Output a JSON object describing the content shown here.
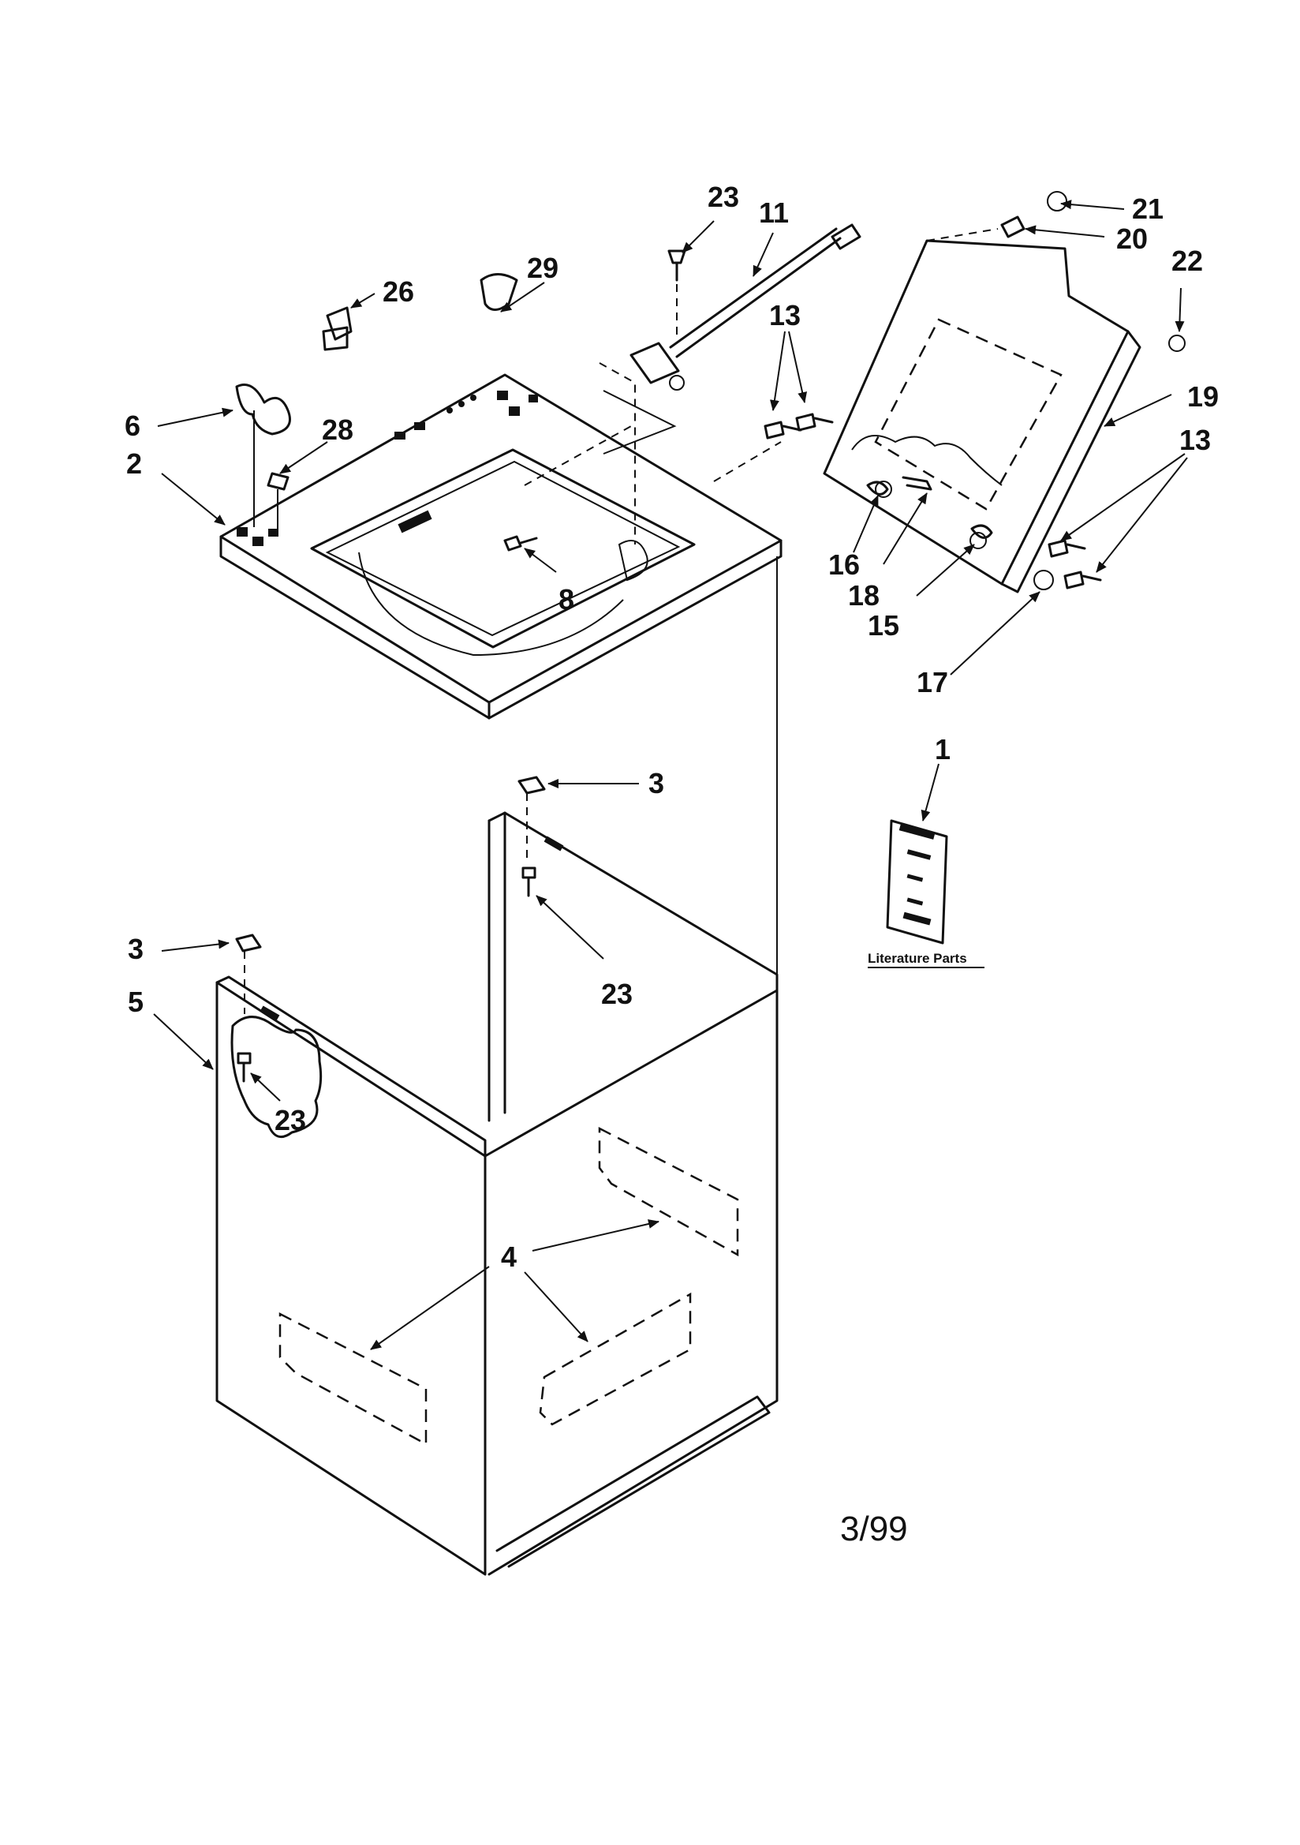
{
  "labels": {
    "l1": "1",
    "l2": "2",
    "l3a": "3",
    "l3b": "3",
    "l4": "4",
    "l5": "5",
    "l6": "6",
    "l8": "8",
    "l11": "11",
    "l13a": "13",
    "l13b": "13",
    "l15": "15",
    "l16": "16",
    "l17": "17",
    "l18": "18",
    "l19": "19",
    "l20": "20",
    "l21": "21",
    "l22": "22",
    "l23a": "23",
    "l23b": "23",
    "l23c": "23",
    "l26": "26",
    "l28": "28",
    "l29": "29"
  },
  "literature_caption": "Literature Parts",
  "date_code": "3/99"
}
